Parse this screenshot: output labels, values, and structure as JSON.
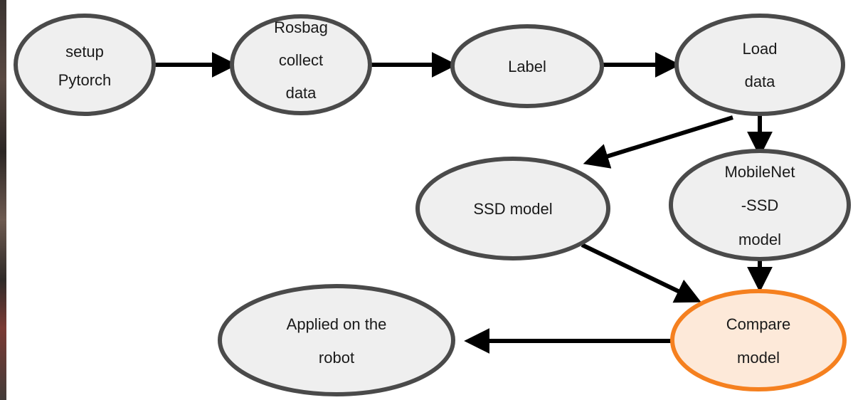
{
  "nodes": {
    "setup": [
      "setup",
      "Pytorch"
    ],
    "rosbag": [
      "Rosbag",
      "collect",
      "data"
    ],
    "label": [
      "Label"
    ],
    "load": [
      "Load",
      "data"
    ],
    "ssd": [
      "SSD model"
    ],
    "mobilenet": [
      "MobileNet",
      "-SSD",
      "model"
    ],
    "compare": [
      "Compare",
      "model"
    ],
    "applied": [
      "Applied on the",
      "robot"
    ]
  },
  "colors": {
    "node_fill": "#efefef",
    "node_stroke": "#4a4a4a",
    "highlight_fill": "#fde9d9",
    "highlight_stroke": "#f5801f",
    "arrow": "#000000"
  }
}
